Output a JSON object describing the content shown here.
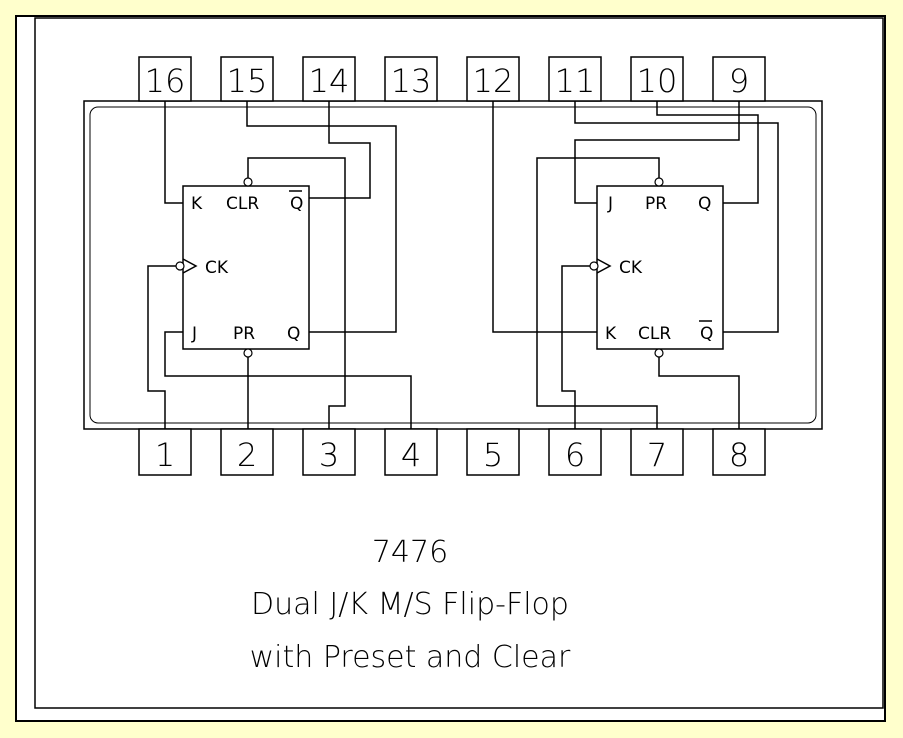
{
  "pins_top": [
    "16",
    "15",
    "14",
    "13",
    "12",
    "11",
    "10",
    "9"
  ],
  "pins_bottom": [
    "1",
    "2",
    "3",
    "4",
    "5",
    "6",
    "7",
    "8"
  ],
  "flipflop_left": {
    "k": "K",
    "clr": "CLR",
    "qbar": "Q",
    "ck": "CK",
    "j": "J",
    "pr": "PR",
    "q": "Q"
  },
  "flipflop_right": {
    "j": "J",
    "pr": "PR",
    "q": "Q",
    "ck": "CK",
    "k": "K",
    "clr": "CLR",
    "qbar": "Q"
  },
  "caption": {
    "part_number": "7476",
    "line1": "Dual J/K M/S Flip-Flop",
    "line2": "with Preset and Clear"
  }
}
